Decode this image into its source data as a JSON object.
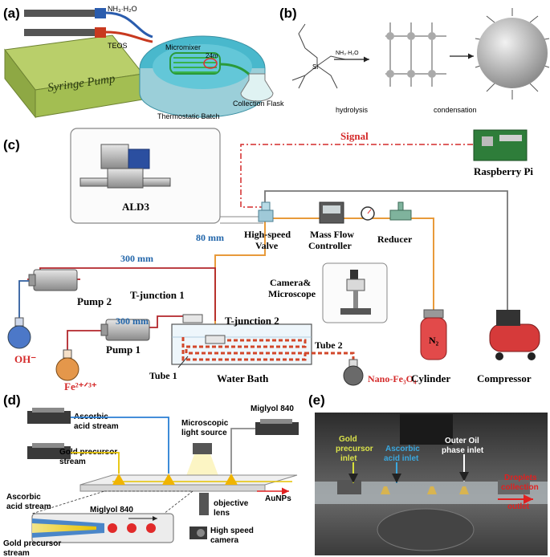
{
  "panel_a": {
    "letter": "(a)",
    "pump_label": "Syringe Pump",
    "reagent_top": "NH₃·H₂O",
    "reagent_bottom": "TEOS",
    "micromixer": "Micromixer",
    "length": "24m",
    "bath": "Thermostatic Batch",
    "flask": "Collection Flask"
  },
  "panel_b": {
    "letter": "(b)",
    "arrow_label": "NH₃·H₂O",
    "hydrolysis": "hydrolysis",
    "condensation": "condensation"
  },
  "panel_c": {
    "letter": "(c)",
    "signal": "Signal",
    "raspberry": "Raspberry Pi",
    "ald3": "ALD3",
    "dist_80": "80 mm",
    "hs_valve_1": "High-speed",
    "hs_valve_2": "Valve",
    "mfc_1": "Mass Flow",
    "mfc_2": "Controller",
    "reducer": "Reducer",
    "dist_300a": "300 mm",
    "dist_300b": "300 mm",
    "pump2": "Pump 2",
    "pump1": "Pump 1",
    "tj1": "T-junction  1",
    "tj2": "T-junction  2",
    "camera_1": "Camera&",
    "camera_2": "Microscope",
    "tube1": "Tube 1",
    "tube2": "Tube 2",
    "water_bath": "Water Bath",
    "oh": "OH⁻",
    "fe": "Fe²⁺ᐟ³⁺",
    "nano": "Nano-Fe₃O₄",
    "n2": "N₂",
    "cylinder": "Cylinder",
    "compressor": "Compressor"
  },
  "panel_d": {
    "letter": "(d)",
    "ascorbic_1": "Ascorbic",
    "ascorbic_2": "acid stream",
    "gold_1": "Gold precursor",
    "gold_2": "stream",
    "miglyol_top": "Miglyol 840",
    "micro_1": "Microscopic",
    "micro_2": "light source",
    "aunps": "AuNPs",
    "ascorbic_b1": "Ascorbic",
    "ascorbic_b2": "acid stream",
    "miglyol_bottom": "Miglyol 840",
    "gold_b1": "Gold precursor",
    "gold_b2": "stream",
    "obj_1": "objective",
    "obj_2": "lens",
    "hs_cam_1": "High speed",
    "hs_cam_2": "camera"
  },
  "panel_e": {
    "letter": "(e)",
    "gold_1": "Gold",
    "gold_2": "precursor",
    "gold_3": "inlet",
    "asc_1": "Ascorbic",
    "asc_2": "acid inlet",
    "oil_1": "Outer Oil",
    "oil_2": "phase inlet",
    "drop_1": "Droplets",
    "drop_2": "collection",
    "drop_3": "outlet"
  },
  "colors": {
    "signal_red": "#d42a2a",
    "label_blue": "#2266aa",
    "tube_orange": "#e89a3a",
    "line_red": "#b3262b",
    "line_blue": "#2f5d9e",
    "line_gray": "#777777",
    "pump_green": "#9bb84a",
    "bath_teal": "#3fb3c8"
  }
}
